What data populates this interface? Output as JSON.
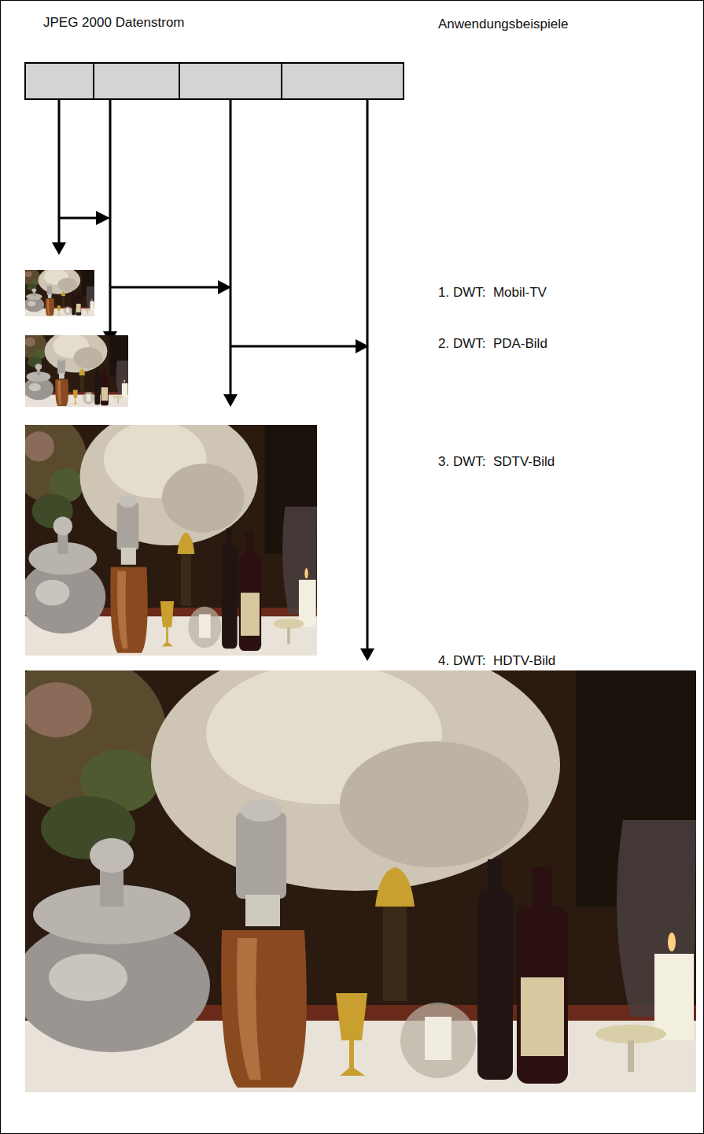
{
  "diagram": {
    "labels": [
      "JPEG 2000 Datenstrom",
      "Anwendungsbeispiele",
      "1. DWT:  Mobil-TV",
      "2. DWT:  PDA-Bild",
      "3. DWT:  SDTV-Bild",
      "4. DWT:  HDTV-Bild"
    ]
  }
}
